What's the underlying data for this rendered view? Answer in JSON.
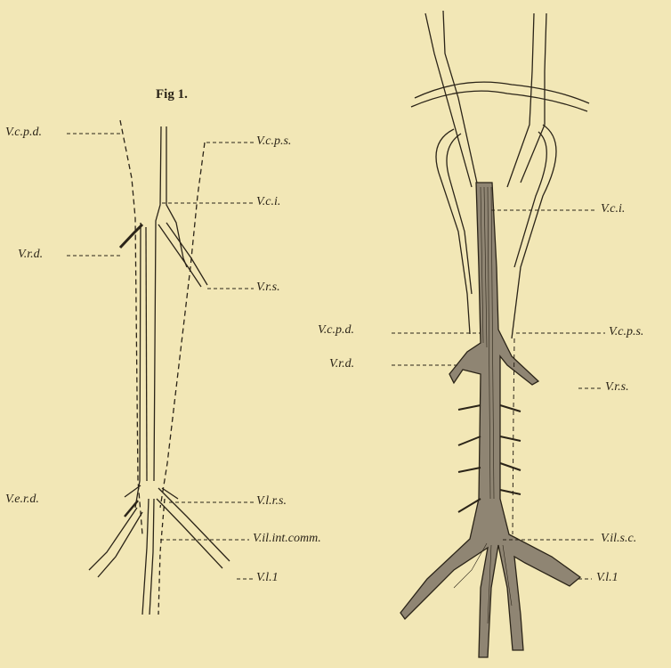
{
  "figure": {
    "title": "Fig 1."
  },
  "colors": {
    "paper": "#f2e7b6",
    "ink": "#2b2418",
    "vein_fill": "#8f8573"
  },
  "labels": {
    "fig1": {
      "vcpd": "V.c.p.d.",
      "vcps": "V.c.p.s.",
      "vci": "V.c.i.",
      "vrd": "V.r.d.",
      "vrs": "V.r.s.",
      "verd": "V.e.r.d.",
      "vlrs": "V.l.r.s.",
      "vilintcomm": "V.il.int.comm.",
      "vl1": "V.l.1"
    },
    "fig2": {
      "vci": "V.c.i.",
      "vcpd": "V.c.p.d.",
      "vcps": "V.c.p.s.",
      "vrd": "V.r.d.",
      "vrs": "V.r.s.",
      "vilsc": "V.il.s.c.",
      "vl1": "V.l.1"
    }
  }
}
